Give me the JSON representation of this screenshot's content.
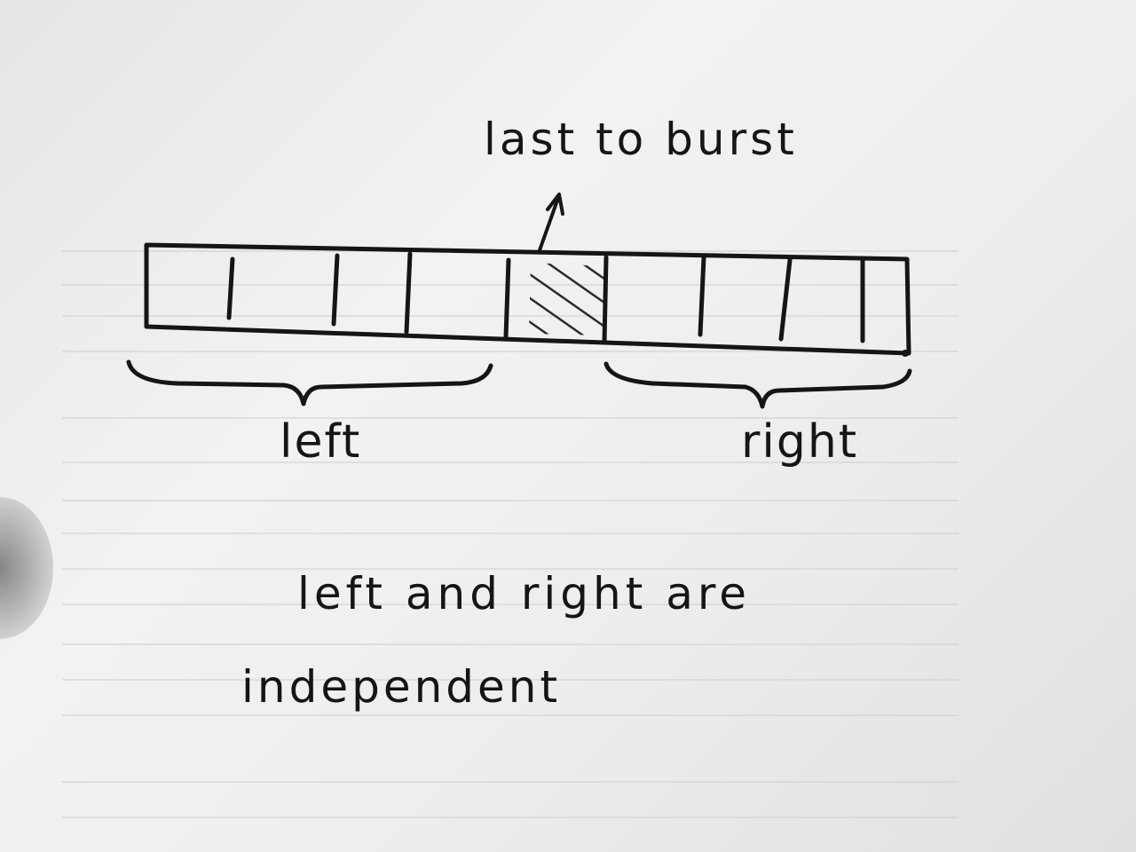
{
  "diagram": {
    "top_label": "last to burst",
    "left_label": "left",
    "right_label": "right",
    "note_line1": "left and right are",
    "note_line2": "independent",
    "array": {
      "cell_count": 9,
      "highlighted_index": 4
    }
  }
}
